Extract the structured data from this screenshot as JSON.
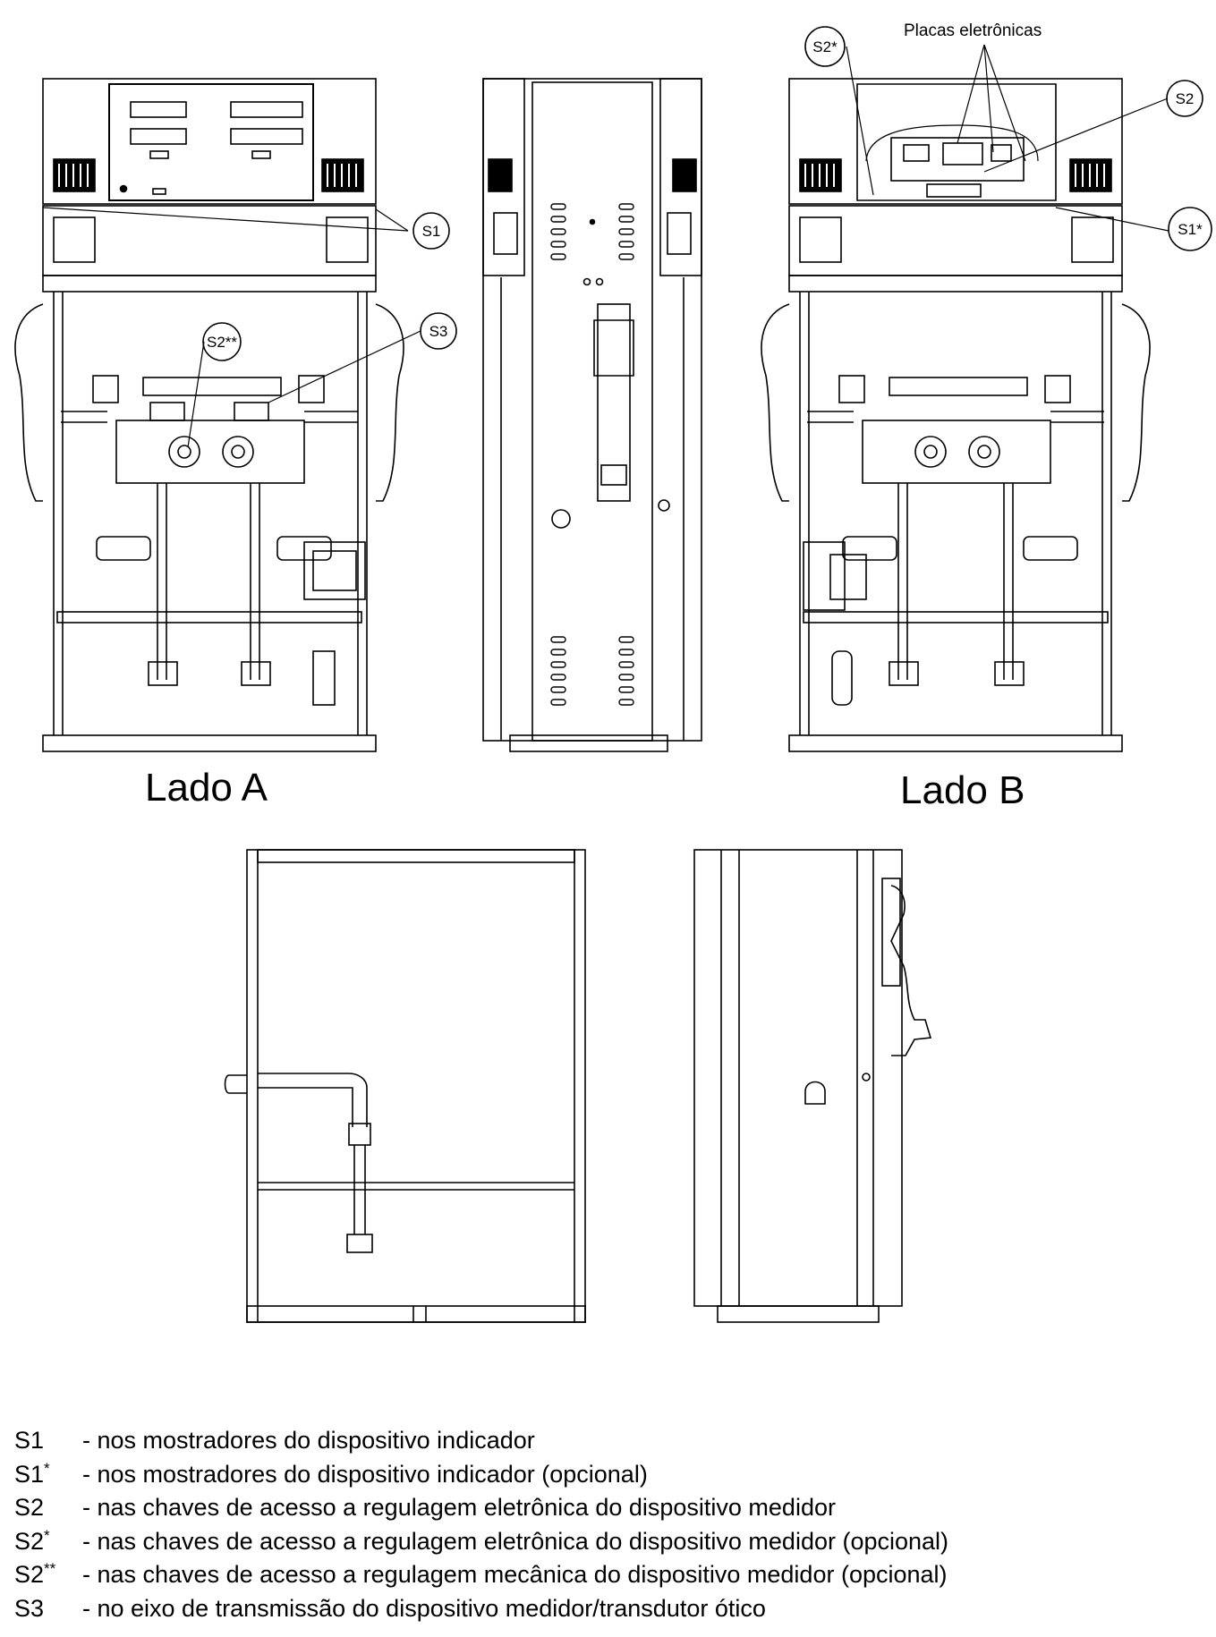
{
  "views": {
    "side_a_label": "Lado A",
    "side_b_label": "Lado B"
  },
  "callouts": {
    "s1": "S1",
    "s1_star": "S1*",
    "s2": "S2",
    "s2_star": "S2*",
    "s2_double_star": "S2**",
    "s3": "S3",
    "electronic_boards": "Placas eletrônicas"
  },
  "legend": [
    {
      "code": "S1",
      "mark": "",
      "text": "- nos mostradores do dispositivo indicador"
    },
    {
      "code": "S1",
      "mark": "*",
      "text": "- nos mostradores do dispositivo indicador (opcional)"
    },
    {
      "code": "S2",
      "mark": "",
      "text": "- nas chaves de acesso a regulagem eletrônica do dispositivo medidor"
    },
    {
      "code": "S2",
      "mark": "*",
      "text": "- nas chaves de acesso a regulagem eletrônica do dispositivo medidor (opcional)"
    },
    {
      "code": "S2",
      "mark": "**",
      "text": "- nas chaves de acesso a regulagem mecânica do dispositivo medidor (opcional)"
    },
    {
      "code": "S3",
      "mark": "",
      "text": "- no eixo de transmissão do dispositivo medidor/transdutor ótico"
    }
  ]
}
